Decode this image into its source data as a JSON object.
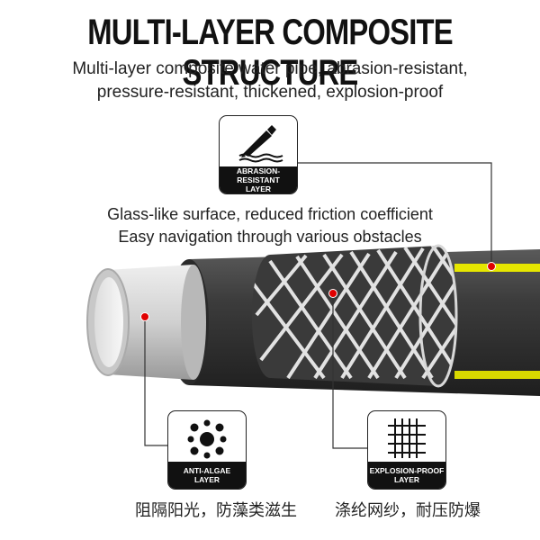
{
  "heading": {
    "title": "MULTI-LAYER COMPOSITE STRUCTURE",
    "subtitle_line1": "Multi-layer composite water pipe, abrasion-resistant,",
    "subtitle_line2": "pressure-resistant, thickened, explosion-proof"
  },
  "description": {
    "line1": "Glass-like surface, reduced friction coefficient",
    "line2": "Easy navigation through various obstacles"
  },
  "layers": {
    "abrasion": {
      "label_line1": "ABRASION-RESISTANT",
      "label_line2": "LAYER",
      "icon": "stylus-scratch-icon"
    },
    "algae": {
      "label_line1": "ANTI-ALGAE",
      "label_line2": "LAYER",
      "icon": "particles-icon"
    },
    "explosion": {
      "label_line1": "EXPLOSION-PROOF",
      "label_line2": "LAYER",
      "icon": "mesh-grid-icon"
    }
  },
  "captions": {
    "algae_cn": "阻隔阳光，防藻类滋生",
    "explosion_cn": "涤纶网纱，耐压防爆"
  },
  "colors": {
    "outer_jacket": "#3a3a3a",
    "inner_tube": "#d4d4d4",
    "stripe": "#e6e600",
    "marker": "#e00000",
    "label_bg": "#111111"
  }
}
